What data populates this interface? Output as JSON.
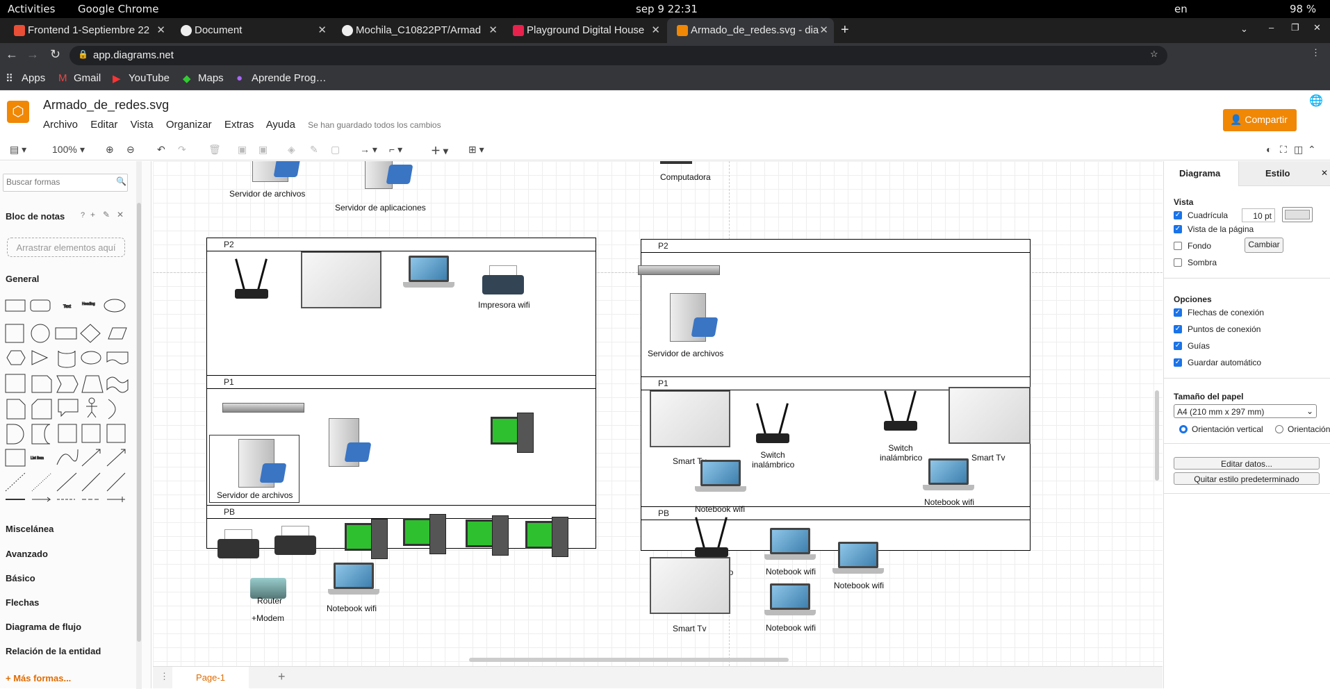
{
  "os": {
    "activities": "Activities",
    "app": "Google Chrome",
    "clock": "sep 9  22:31",
    "lang": "en",
    "battery": "98 %"
  },
  "tabs": [
    {
      "title": "Frontend 1-Septiembre 22"
    },
    {
      "title": "Document"
    },
    {
      "title": "Mochila_C10822PT/Armad"
    },
    {
      "title": "Playground Digital House"
    },
    {
      "title": "Armado_de_redes.svg - dia"
    }
  ],
  "url": "app.diagrams.net",
  "bookmarks": {
    "apps": "Apps",
    "gmail": "Gmail",
    "youtube": "YouTube",
    "maps": "Maps",
    "aprende": "Aprende Prog…"
  },
  "doc": {
    "title": "Armado_de_redes.svg",
    "saved": "Se han guardado todos los cambios",
    "share": "Compartir"
  },
  "menu": [
    "Archivo",
    "Editar",
    "Vista",
    "Organizar",
    "Extras",
    "Ayuda"
  ],
  "toolbar": {
    "zoom": "100%"
  },
  "left": {
    "search_placeholder": "Buscar formas",
    "notes": "Bloc de notas",
    "drag_here": "Arrastrar elementos aquí",
    "general": "General",
    "sections": [
      "Miscelánea",
      "Avanzado",
      "Básico",
      "Flechas",
      "Diagrama de flujo",
      "Relación de la entidad"
    ],
    "more": "+ Más formas..."
  },
  "canvas": {
    "top_labels": {
      "srv1": "Servidor de archivos",
      "srv2": "Servidor de aplicaciones",
      "comp": "Computadora"
    },
    "left": {
      "p2": "P2",
      "p1": "P1",
      "pb": "PB",
      "printer_wifi": "Impresora wifi",
      "srv_files": "Servidor de archivos",
      "router": "Router",
      "modem": "+Modem",
      "nb": "Notebook wifi"
    },
    "right": {
      "p2": "P2",
      "p1": "P1",
      "pb": "PB",
      "srv_files": "Servidor de archivos",
      "smart_tv": "Smart Tv",
      "switch_inal": "Switch inalámbrico",
      "nb": "Notebook wifi"
    }
  },
  "right_panel": {
    "tab_diagram": "Diagrama",
    "tab_style": "Estilo",
    "vista": "Vista",
    "grid": "Cuadrícula",
    "grid_size": "10 pt",
    "page_view": "Vista de la página",
    "background": "Fondo",
    "change": "Cambiar",
    "shadow": "Sombra",
    "options": "Opciones",
    "arrows": "Flechas de conexión",
    "points": "Puntos de conexión",
    "guides": "Guías",
    "autosave": "Guardar automático",
    "paper_size": "Tamaño del papel",
    "paper_value": "A4 (210 mm x 297 mm)",
    "portrait": "Orientación vertical",
    "landscape": "Orientación horizontal",
    "edit_data": "Editar datos...",
    "remove_style": "Quitar estilo predeterminado"
  },
  "page_tab": "Page-1"
}
